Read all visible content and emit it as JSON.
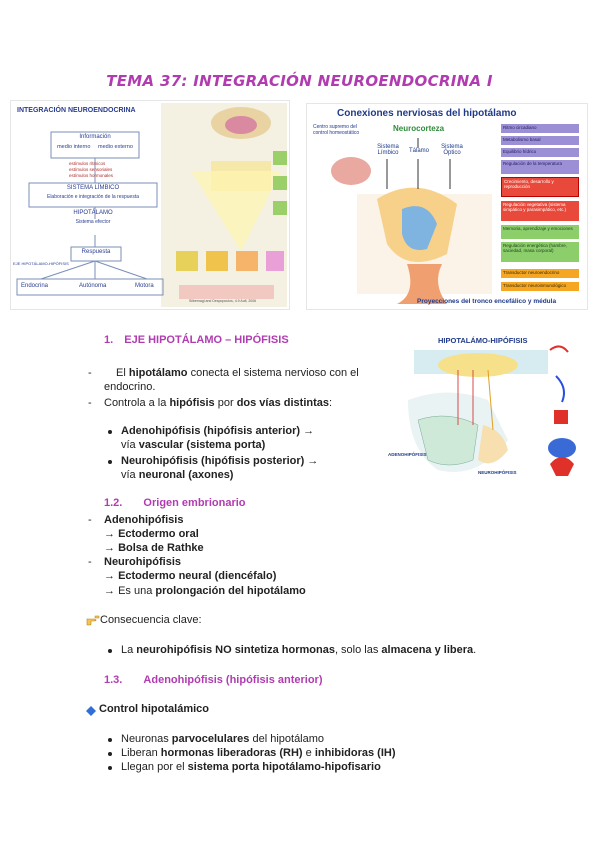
{
  "title": "TEMA 37: INTEGRACIÓN NEUROENDOCRINA I",
  "fig1": {
    "title": "INTEGRACIÓN NEUROENDOCRINA",
    "info": "Información",
    "info_sub": "medio interno     medio externo",
    "stim": [
      "estímulos rítmicos",
      "estímulos sensoriales",
      "estímulos hormonales"
    ],
    "limbic": "SISTEMA LÍMBICO",
    "limbic_sub": "Elaboración e integración de la respuesta",
    "hypo": "HIPOTÁLAMO",
    "hypo_sub": "Sistema efector",
    "axis": "EJE HIPOTÁLAMO-HIPÓFISIS",
    "response": "Respuesta",
    "outputs": [
      "Endocrina",
      "Autónoma",
      "Motora"
    ],
    "credit": "Silbernagl and Despopoulos, 4.9 Aufl, 2006"
  },
  "fig2": {
    "title": "Conexiones nerviosas del hipotálamo",
    "neocortex": "Neurocorteza",
    "center": "Centro supremo del control homeostático",
    "cols": [
      "Sistema Límbico",
      "Tálamo",
      "Sistema Óptico"
    ],
    "functions": [
      "Ritmo circadiano",
      "Metabolismo basal",
      "Equilibrio hídrico",
      "Regulación de la temperatura",
      "Crecimiento, desarrollo y reproducción",
      "Regulación vegetativa (sistema simpático y parasimpático, etc.)",
      "Memoria, aprendizaje y emociones",
      "Regulación energética (hambre, saciedad, masa corporal)",
      "Transductor neuroendocrino",
      "Transductor neuroinmunológico"
    ],
    "footer": "Proyecciones del tronco encefálico y médula"
  },
  "fig3": {
    "title": "HIPOTALÁMO-HIPÓFISIS",
    "label_adeno": "ADENOHIPÓFISIS",
    "label_neuro": "NEUROHIPÓFISIS"
  },
  "section1": {
    "heading_num": "1.",
    "heading": "EJE HIPOTÁLAMO – HIPÓFISIS",
    "item1_a": "El ",
    "item1_b": "hipotálamo",
    "item1_c": " conecta el sistema nervioso con el",
    "item1_d": "endocrino.",
    "item2_a": "Controla a la ",
    "item2_b": "hipófisis",
    "item2_c": " por ",
    "item2_d": "dos vías distintas",
    "item2_e": ":",
    "adeno_a": "Adenohipófisis (hipófisis anterior)",
    "adeno_b": " →",
    "adeno_c": "vía ",
    "adeno_d": "vascular (sistema porta)",
    "neuro_a": "Neurohipófisis (hipófisis posterior)",
    "neuro_b": " →",
    "neuro_c": "vía ",
    "neuro_d": "neuronal (axones)"
  },
  "section12": {
    "num": "1.2.",
    "heading": "Origen embrionario",
    "adeno": "Adenohipófisis",
    "adeno_1": "Ectodermo oral",
    "adeno_2": "Bolsa de Rathke",
    "neuro": "Neurohipófisis",
    "neuro_1": "Ectodermo neural (diencéfalo)",
    "neuro_2a": "Es una ",
    "neuro_2b": "prolongación del hipotálamo",
    "arrow": "→",
    "dash": "-"
  },
  "consequence": {
    "label": "Consecuencia clave:",
    "a": "La ",
    "b": "neurohipófisis NO sintetiza hormonas",
    "c": ", solo las ",
    "d": "almacena y libera",
    "e": "."
  },
  "section13": {
    "num": "1.3.",
    "heading": "Adenohipófisis (hipófisis anterior)"
  },
  "control": {
    "label": "Control hipotalámico",
    "b1a": "Neuronas ",
    "b1b": "parvocelulares",
    "b1c": " del hipotálamo",
    "b2a": "Liberan ",
    "b2b": "hormonas liberadoras (RH)",
    "b2c": " e ",
    "b2d": "inhibidoras (IH)",
    "b3a": "Llegan por el ",
    "b3b": "sistema porta hipotálamo-hipofisario"
  },
  "colors": {
    "accent": "#b03cb0",
    "text": "#222222",
    "diamond": "#2f6fd6"
  },
  "icons": [
    "hand-pointing-icon",
    "blue-diamond-icon"
  ]
}
